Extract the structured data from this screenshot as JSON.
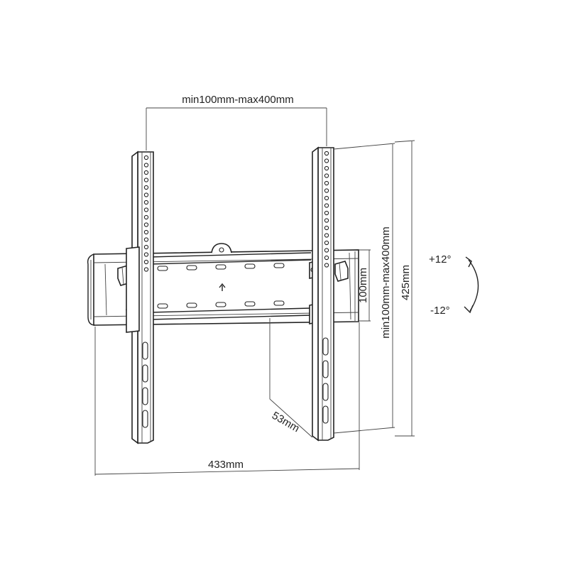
{
  "dimensions": {
    "vesa_width": "min100mm-max400mm",
    "vesa_height": "min100mm-max400mm",
    "total_width": "433mm",
    "total_height": "425mm",
    "plate_height": "100mm",
    "depth": "53mm"
  },
  "tilt": {
    "up": "+12°",
    "down": "-12°"
  }
}
